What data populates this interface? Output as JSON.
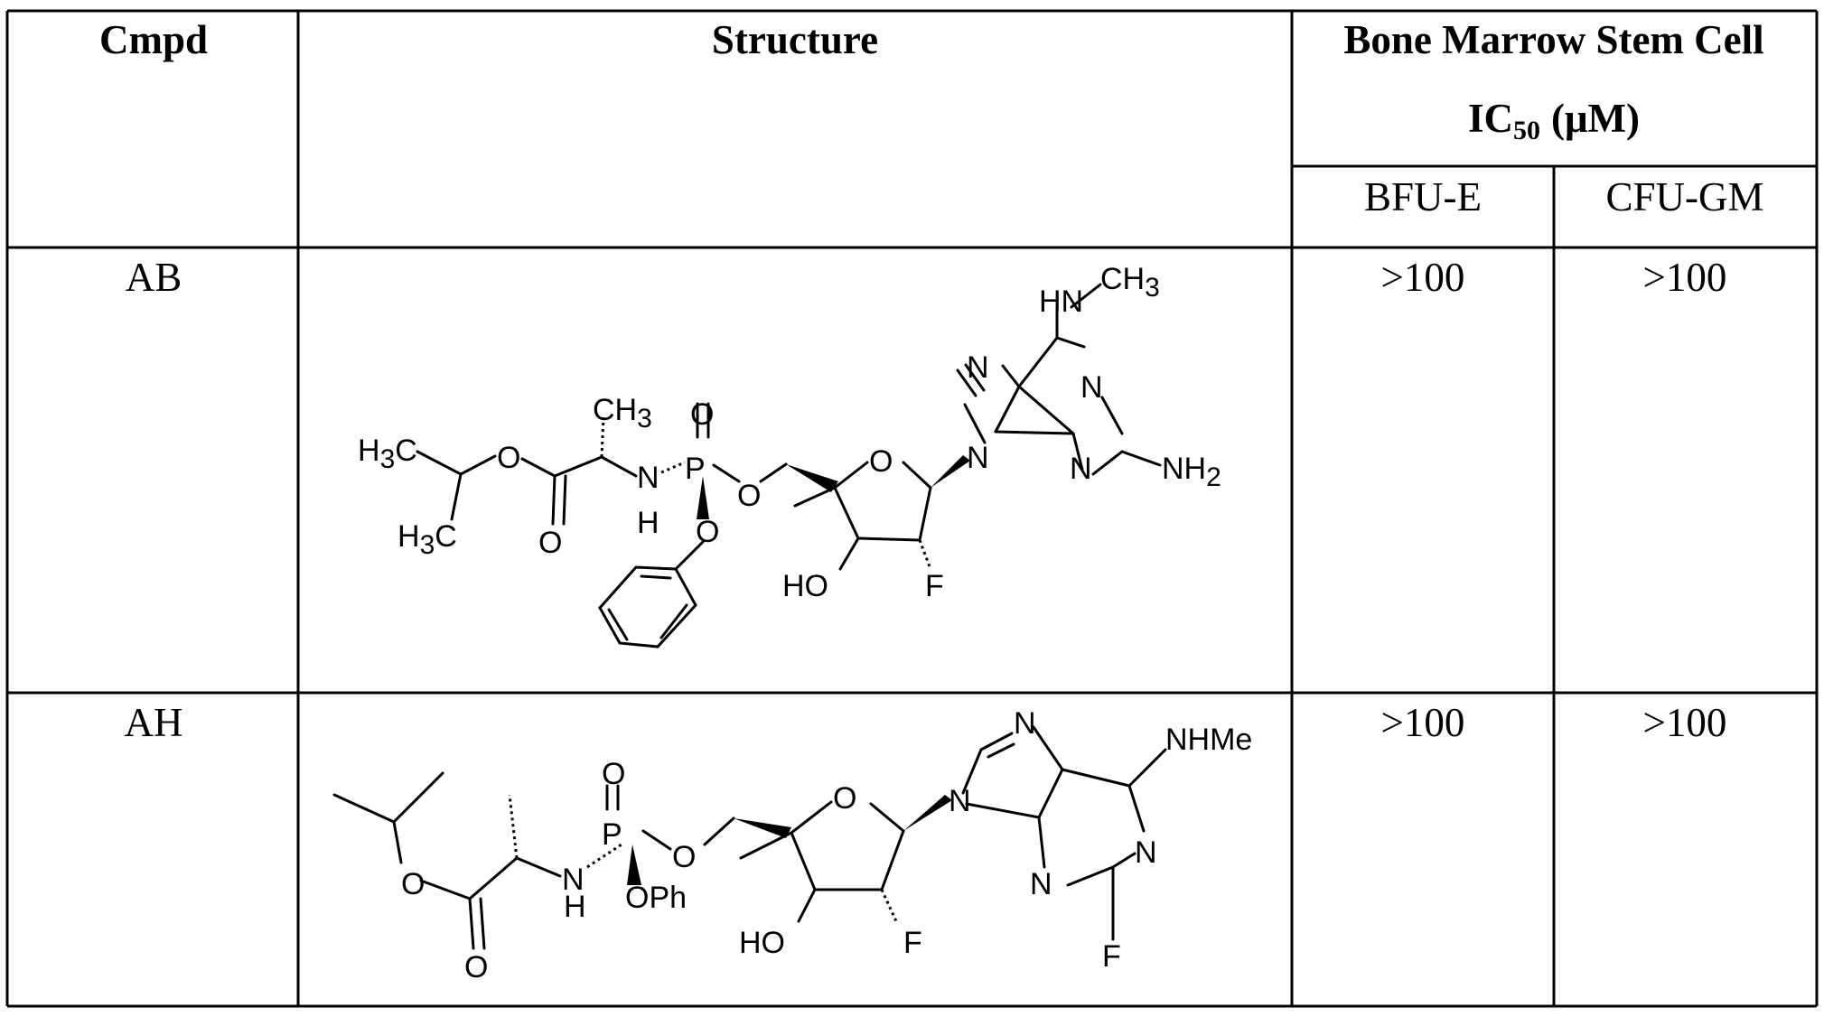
{
  "table": {
    "headers": {
      "cmpd": "Cmpd",
      "structure": "Structure",
      "group_line1": "Bone Marrow Stem Cell",
      "group_ic": "IC",
      "group_ic_sub": "50",
      "group_unit": "(μM)",
      "bfu": "BFU-E",
      "cfu": "CFU-GM"
    },
    "rows": [
      {
        "cmpd": "AB",
        "bfu": ">100",
        "cfu": ">100",
        "labels": {
          "h3c_top": "H",
          "h3c_top_sub": "3",
          "h3c_top_c": "C",
          "h3c_bot": "H",
          "h3c_bot_sub": "3",
          "h3c_bot_c": "C",
          "o_ester": "O",
          "o_carbonyl": "O",
          "ch3": "CH",
          "ch3_sub": "3",
          "nh_n": "N",
          "nh_h": "H",
          "p": "P",
          "p_o_top": "O",
          "p_o_right": "O",
          "p_o_phenyl": "O",
          "ring_o": "O",
          "ho": "HO",
          "f": "F",
          "n9": "N",
          "n7": "N",
          "n1": "N",
          "n3": "N",
          "nh2": "NH",
          "nh2_sub": "2",
          "hn": "HN",
          "ch3_top": "CH",
          "ch3_top_sub": "3"
        }
      },
      {
        "cmpd": "AH",
        "bfu": ">100",
        "cfu": ">100",
        "labels": {
          "o_ester": "O",
          "o_carbonyl": "O",
          "nh_n": "N",
          "nh_h": "H",
          "p": "P",
          "p_o_top": "O",
          "p_o_right": "O",
          "oph": "OPh",
          "ring_o": "O",
          "ho": "HO",
          "f": "F",
          "n9": "N",
          "n7": "N",
          "n1": "N",
          "n3": "N",
          "nhme": "NHMe",
          "f2": "F"
        }
      }
    ]
  }
}
